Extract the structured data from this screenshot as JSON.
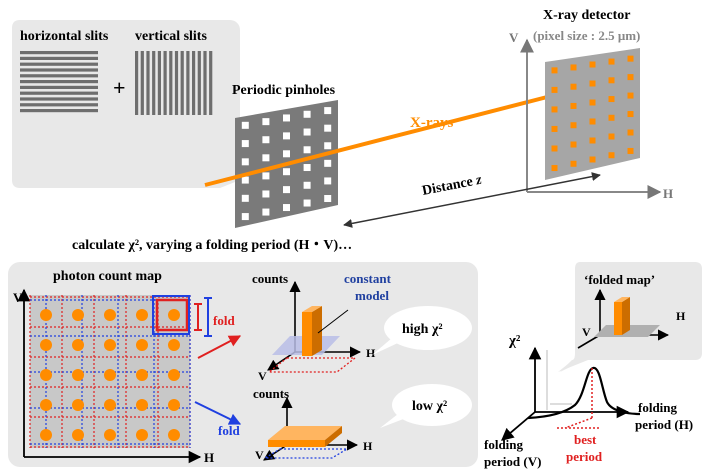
{
  "slits": {
    "horizontal_label": "horizontal slits",
    "vertical_label": "vertical slits",
    "plus": "+"
  },
  "pinholes": {
    "label": "Periodic pinholes"
  },
  "beam": {
    "label": "X-rays"
  },
  "detector": {
    "title": "X-ray detector",
    "pixel_size": "(pixel size : 2.5 μm)",
    "axis_v": "V",
    "axis_h": "H"
  },
  "distance": {
    "label": "Distance",
    "var": "z"
  },
  "calc_caption": "calculate χ², varying a folding period (H・V)…",
  "photon_map": {
    "title": "photon count map",
    "axis_v": "V",
    "axis_h": "H"
  },
  "fold_high": {
    "label": "fold"
  },
  "fold_low": {
    "label": "fold"
  },
  "plot_high": {
    "y_axis": "counts",
    "model_label_1": "constant",
    "model_label_2": "model",
    "axis_v": "V",
    "axis_h": "H",
    "bubble": "high χ²"
  },
  "plot_low": {
    "y_axis": "counts",
    "axis_v": "V",
    "axis_h": "H",
    "bubble": "low χ²"
  },
  "folded_map": {
    "title": "‘folded map’",
    "axis_v": "V",
    "axis_h": "H"
  },
  "chi_plot": {
    "y_axis": "χ²",
    "x_axis_1": "folding",
    "x_axis_2": "period (H)",
    "z_axis_1": "folding",
    "z_axis_2": "period (V)",
    "best_1": "best",
    "best_2": "period"
  },
  "colors": {
    "orange": "#ff8c00",
    "red": "#e02020",
    "blue": "#2040e0",
    "gray_panel": "#e8e8e8",
    "pinhole_plate": "#7a7a7a",
    "detector_plate": "#a6a6a6"
  }
}
